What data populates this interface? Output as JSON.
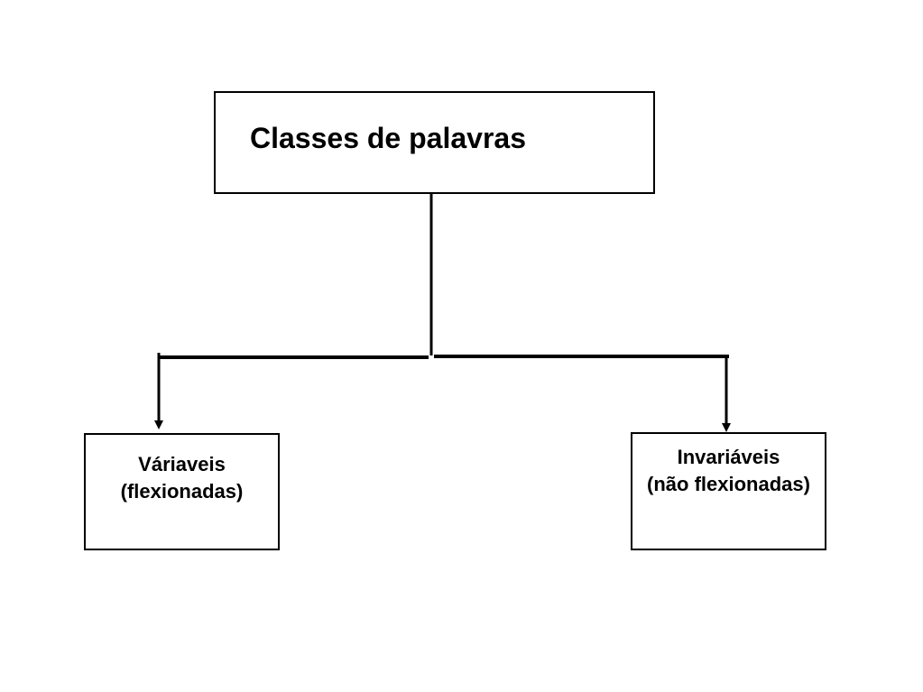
{
  "diagram": {
    "root": {
      "label": "Classes de palavras"
    },
    "children": [
      {
        "line1": "Váriaveis",
        "line2": "(flexionadas)"
      },
      {
        "line1": "Invariáveis",
        "line2": "(não flexionadas)"
      }
    ]
  }
}
